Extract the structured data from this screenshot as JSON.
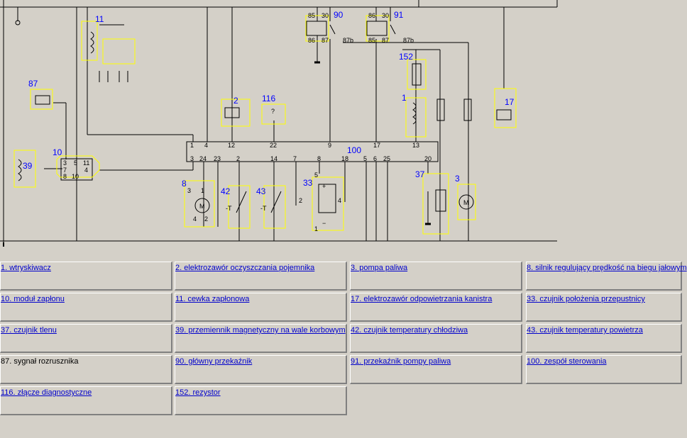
{
  "diagram": {
    "component_numbers": [
      "11",
      "87",
      "10",
      "39",
      "8",
      "2",
      "116",
      "42",
      "43",
      "90",
      "91",
      "152",
      "1",
      "33",
      "100",
      "37",
      "3",
      "17"
    ],
    "ecu_pins_top": [
      "1",
      "4",
      "12",
      "22",
      "9",
      "17",
      "13"
    ],
    "ecu_pins_bottom": [
      "3",
      "24",
      "23",
      "2",
      "14",
      "7",
      "8",
      "18",
      "5",
      "6",
      "25",
      "20"
    ],
    "relay_pins": [
      "85",
      "30",
      "86",
      "87",
      "87b"
    ],
    "relay_pins_b": [
      "86",
      "30",
      "85",
      "87",
      "87b"
    ],
    "ignition_pins": [
      "3",
      "5",
      "11",
      "7",
      "4",
      "8",
      "10"
    ],
    "throttle_pins": [
      "5",
      "2",
      "4",
      "1"
    ],
    "motor_pins": [
      "3",
      "1",
      "4",
      "2"
    ],
    "signs": {
      "plus": "+",
      "minus": "−",
      "t": "-T",
      "q": "?",
      "m": "M"
    }
  },
  "legend": [
    {
      "text": "1. wtryskiwacz",
      "link": true
    },
    {
      "text": "2. elektrozawór oczyszczania pojemnika",
      "link": true
    },
    {
      "text": "3. pompa paliwa",
      "link": true
    },
    {
      "text": "8. silnik regulujący prędkość na biegu jałowym",
      "link": true
    },
    {
      "text": "10. moduł zapłonu",
      "link": true
    },
    {
      "text": "11. cewka zapłonowa",
      "link": true
    },
    {
      "text": "17. elektrozawór odpowietrzania kanistra",
      "link": true
    },
    {
      "text": "33. czujnik położenia przepustnicy",
      "link": true
    },
    {
      "text": "37. czujnik tlenu",
      "link": true
    },
    {
      "text": "39. przemiennik magnetyczny na wale korbowym",
      "link": true
    },
    {
      "text": "42. czujnik temperatury chłodziwa",
      "link": true
    },
    {
      "text": "43. czujnik temperatury powietrza",
      "link": true
    },
    {
      "text": "87. sygnał rozrusznika",
      "link": false
    },
    {
      "text": "90. główny przekaźnik",
      "link": true
    },
    {
      "text": "91. przekaźnik pompy paliwa",
      "link": true
    },
    {
      "text": "100. zespół sterowania",
      "link": true
    },
    {
      "text": "116. złącze diagnostyczne",
      "link": true
    },
    {
      "text": "152. rezystor",
      "link": true
    }
  ]
}
